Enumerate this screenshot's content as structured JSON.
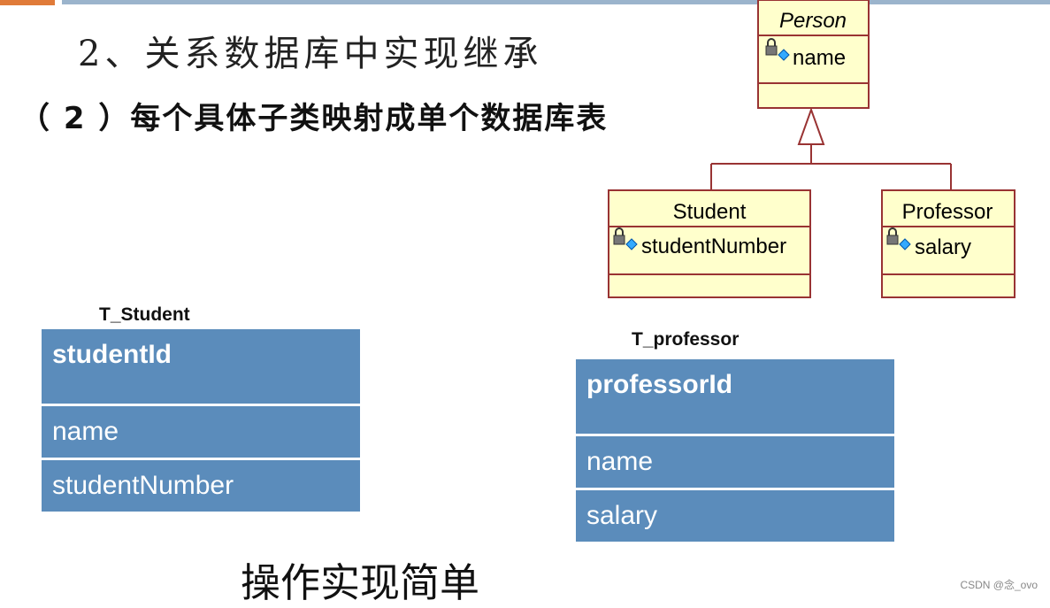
{
  "slide": {
    "heading": "2、关系数据库中实现继承",
    "subheading": "（ 2 ）每个具体子类映射成单个数据库表",
    "footer_note": "操作实现简单",
    "watermark": "CSDN @念_ovo"
  },
  "uml": {
    "person": {
      "name": "Person",
      "attribute": "name"
    },
    "student": {
      "name": "Student",
      "attribute": "studentNumber"
    },
    "professor": {
      "name": "Professor",
      "attribute": "salary"
    }
  },
  "tables": {
    "student": {
      "title": "T_Student",
      "pk": "studentId",
      "columns": [
        "name",
        "studentNumber"
      ]
    },
    "professor": {
      "title": "T_professor",
      "pk": "professorId",
      "columns": [
        "name",
        "salary"
      ]
    }
  },
  "colors": {
    "uml_fill": "#ffffcc",
    "uml_border": "#993333",
    "table_fill": "#5b8cbb",
    "accent": "#e07b39"
  }
}
